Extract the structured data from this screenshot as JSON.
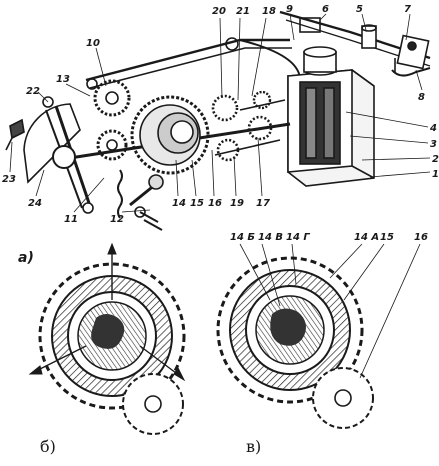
{
  "labels": {
    "n1": "1",
    "n2": "2",
    "n3": "3",
    "n4": "4",
    "n5": "5",
    "n6": "6",
    "n7": "7",
    "n8": "8",
    "n9": "9",
    "n10": "10",
    "n11": "11",
    "n12": "12",
    "n13": "13",
    "n14": "14",
    "n15": "15",
    "n16": "16",
    "n17": "17",
    "n18": "18",
    "n19": "19",
    "n20": "20",
    "n21": "21",
    "n22": "22",
    "n23": "23",
    "n24": "24"
  },
  "panels": {
    "a": "а)",
    "b": "б)",
    "c": "в)"
  },
  "detail": {
    "l14b": "14 Б",
    "l14v": "14 В",
    "l14g": "14 Г",
    "l14a": "14 А",
    "l15": "15",
    "l16": "16"
  }
}
